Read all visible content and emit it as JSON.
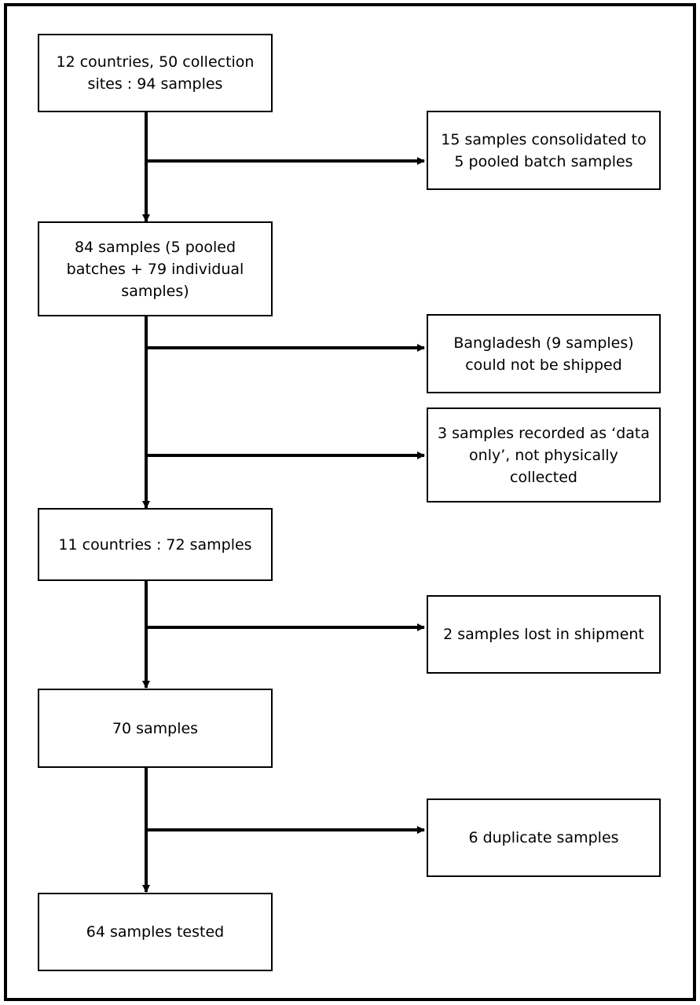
{
  "main_steps": [
    "12 countries, 50 collection sites : 94 samples",
    "84 samples (5 pooled batches + 79 individual samples)",
    "11 countries : 72 samples",
    "70 samples",
    "64 samples tested"
  ],
  "exclusions": [
    "15 samples consolidated to 5 pooled batch samples",
    "Bangladesh (9 samples) could not be shipped",
    "3 samples recorded as ‘data only’, not physically collected",
    "2 samples lost in shipment",
    "6 duplicate samples"
  ]
}
